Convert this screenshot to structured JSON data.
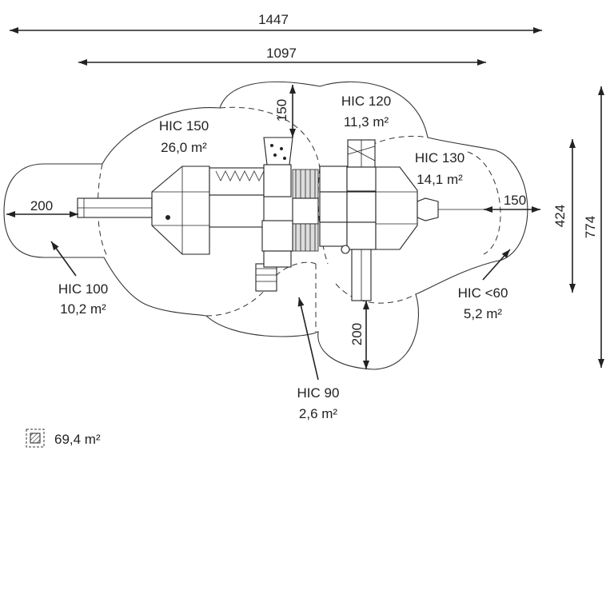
{
  "dimensions": {
    "overall_width": "1447",
    "equipment_width": "1097",
    "overall_depth": "774",
    "equipment_depth": "424",
    "left_clearance": "200",
    "right_clearance": "150",
    "top_clearance": "150",
    "bottom_clearance": "200"
  },
  "zones": [
    {
      "hic": "HIC 150",
      "area": "26,0 m²"
    },
    {
      "hic": "HIC 120",
      "area": "11,3 m²"
    },
    {
      "hic": "HIC 130",
      "area": "14,1 m²"
    },
    {
      "hic": "HIC 100",
      "area": "10,2 m²"
    },
    {
      "hic": "HIC <60",
      "area": "5,2 m²"
    },
    {
      "hic": "HIC 90",
      "area": "2,6 m²"
    }
  ],
  "legend": {
    "total_area": "69,4 m²",
    "icon": "hatched-square-icon"
  }
}
